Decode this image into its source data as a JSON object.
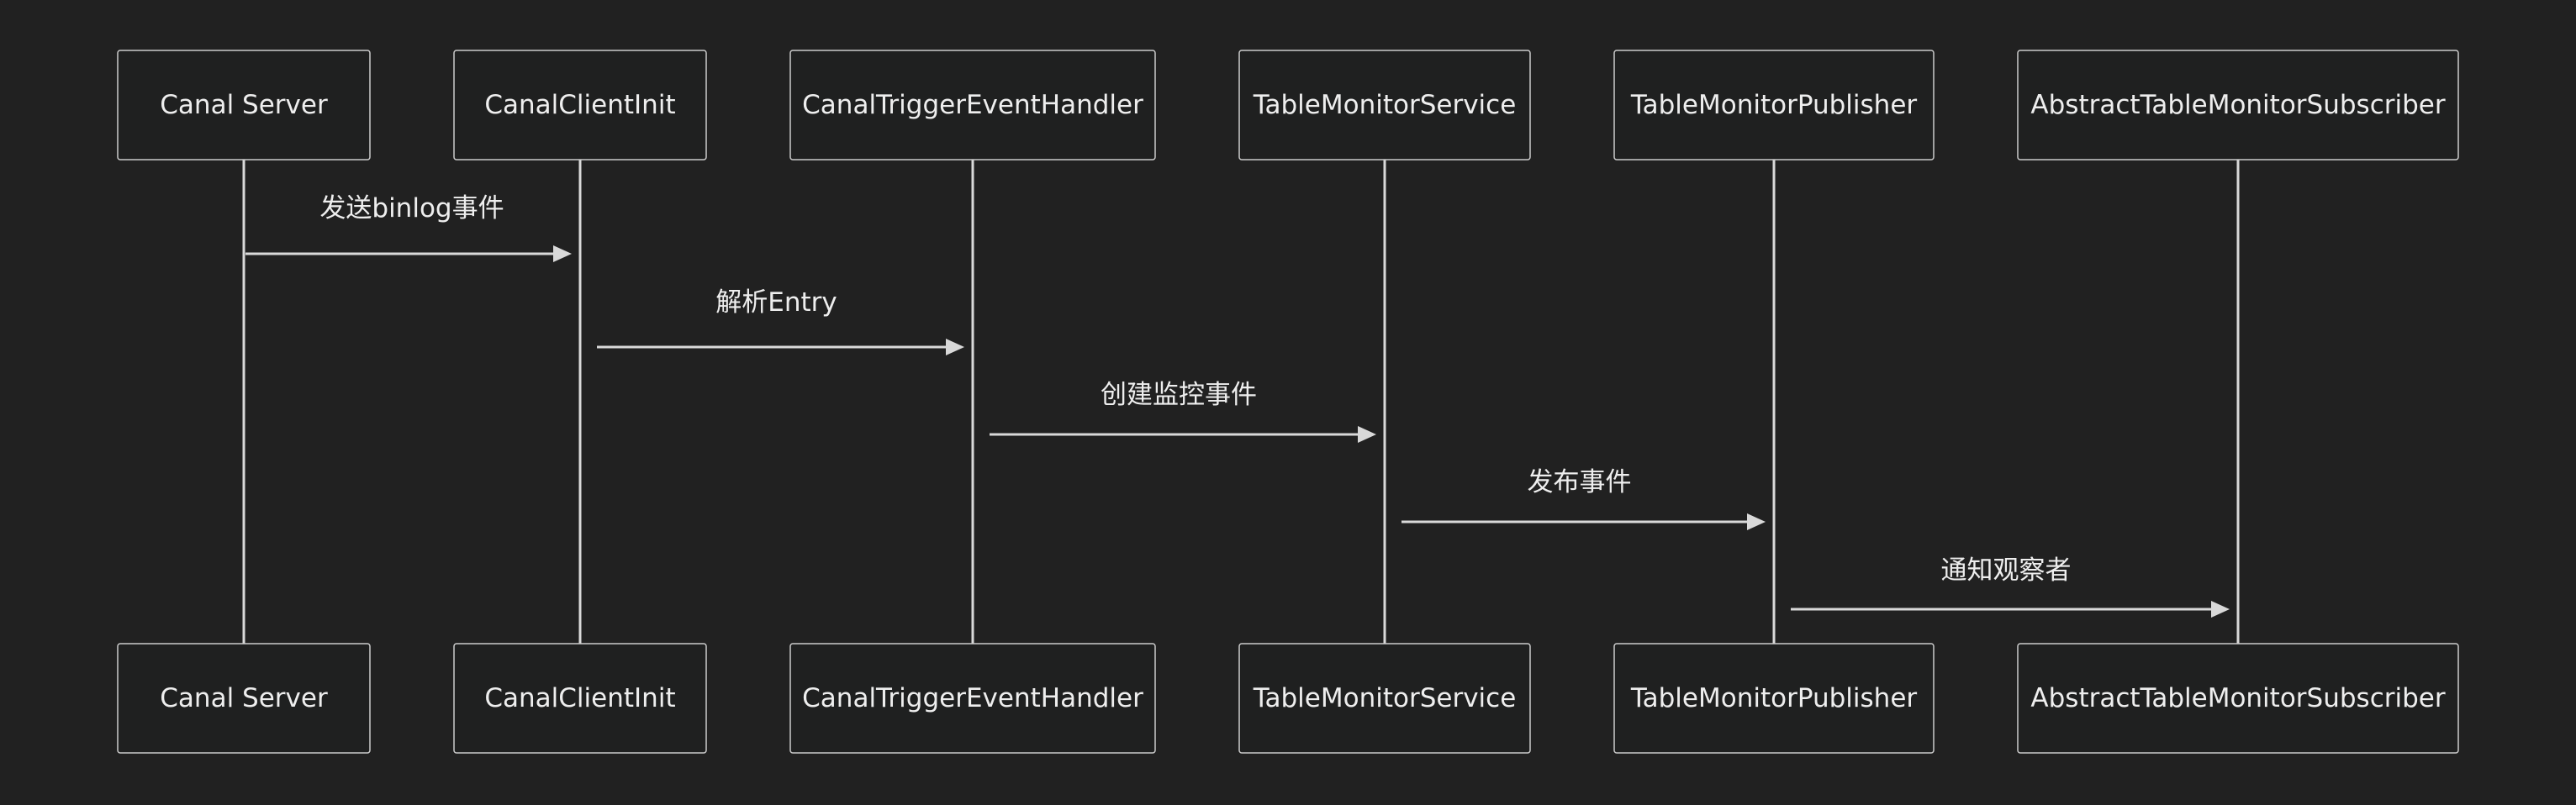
{
  "diagram": {
    "type": "sequence",
    "participants": [
      {
        "id": "canal-server",
        "label": "Canal Server"
      },
      {
        "id": "canal-client-init",
        "label": "CanalClientInit"
      },
      {
        "id": "canal-trigger-event-handler",
        "label": "CanalTriggerEventHandler"
      },
      {
        "id": "table-monitor-service",
        "label": "TableMonitorService"
      },
      {
        "id": "table-monitor-publisher",
        "label": "TableMonitorPublisher"
      },
      {
        "id": "abstract-table-monitor-subscriber",
        "label": "AbstractTableMonitorSubscriber"
      }
    ],
    "messages": [
      {
        "from": 0,
        "to": 1,
        "label": "发送binlog事件"
      },
      {
        "from": 1,
        "to": 2,
        "label": "解析Entry"
      },
      {
        "from": 2,
        "to": 3,
        "label": "创建监控事件"
      },
      {
        "from": 3,
        "to": 4,
        "label": "发布事件"
      },
      {
        "from": 4,
        "to": 5,
        "label": "通知观察者"
      }
    ]
  },
  "colors": {
    "background": "#212121",
    "box_fill": "#1f2020",
    "box_stroke": "#cccccc",
    "line": "#d9d9d9",
    "text": "#eeeeee"
  }
}
